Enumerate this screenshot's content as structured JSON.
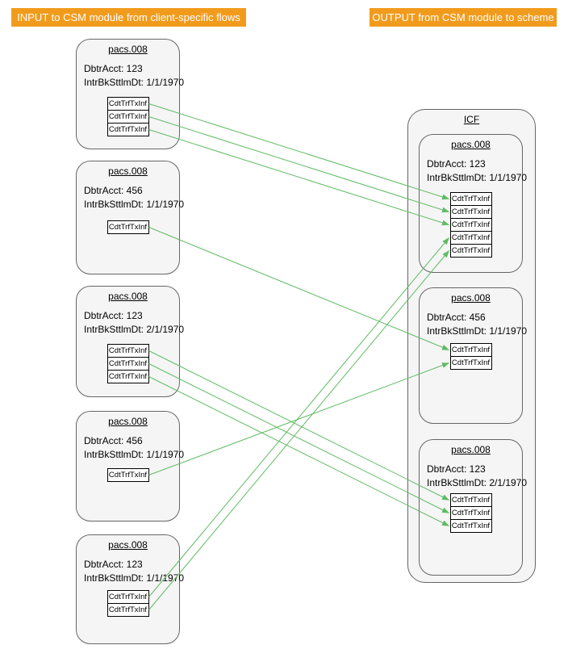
{
  "header": {
    "input_label": "INPUT to CSM module from client-specific flows",
    "output_label": "OUTPUT from CSM module to scheme"
  },
  "icf": {
    "title": "ICF"
  },
  "input_groups": [
    {
      "title": "pacs.008",
      "fields": [
        "DbtrAcct: 123",
        "IntrBkSttlmDt: 1/1/1970"
      ],
      "tx_items": [
        "CdtTrfTxInf",
        "CdtTrfTxInf",
        "CdtTrfTxInf"
      ]
    },
    {
      "title": "pacs.008",
      "fields": [
        "DbtrAcct: 456",
        "IntrBkSttlmDt: 1/1/1970"
      ],
      "tx_items": [
        "CdtTrfTxInf"
      ]
    },
    {
      "title": "pacs.008",
      "fields": [
        "DbtrAcct: 123",
        "IntrBkSttlmDt: 2/1/1970"
      ],
      "tx_items": [
        "CdtTrfTxInf",
        "CdtTrfTxInf",
        "CdtTrfTxInf"
      ]
    },
    {
      "title": "pacs.008",
      "fields": [
        "DbtrAcct: 456",
        "IntrBkSttlmDt: 1/1/1970"
      ],
      "tx_items": [
        "CdtTrfTxInf"
      ]
    },
    {
      "title": "pacs.008",
      "fields": [
        "DbtrAcct: 123",
        "IntrBkSttlmDt: 1/1/1970"
      ],
      "tx_items": [
        "CdtTrfTxInf",
        "CdtTrfTxInf"
      ]
    }
  ],
  "output_groups": [
    {
      "title": "pacs.008",
      "fields": [
        "DbtrAcct: 123",
        "IntrBkSttlmDt: 1/1/1970"
      ],
      "tx_items": [
        "CdtTrfTxInf",
        "CdtTrfTxInf",
        "CdtTrfTxInf",
        "CdtTrfTxInf",
        "CdtTrfTxInf"
      ]
    },
    {
      "title": "pacs.008",
      "fields": [
        "DbtrAcct: 456",
        "IntrBkSttlmDt: 1/1/1970"
      ],
      "tx_items": [
        "CdtTrfTxInf",
        "CdtTrfTxInf"
      ]
    },
    {
      "title": "pacs.008",
      "fields": [
        "DbtrAcct: 123",
        "IntrBkSttlmDt: 2/1/1970"
      ],
      "tx_items": [
        "CdtTrfTxInf",
        "CdtTrfTxInf",
        "CdtTrfTxInf"
      ]
    }
  ],
  "connections": [
    {
      "from": "in0-0",
      "to": "out0-0"
    },
    {
      "from": "in0-1",
      "to": "out0-1"
    },
    {
      "from": "in0-2",
      "to": "out0-2"
    },
    {
      "from": "in1-0",
      "to": "out1-0"
    },
    {
      "from": "in2-0",
      "to": "out2-0"
    },
    {
      "from": "in2-1",
      "to": "out2-1"
    },
    {
      "from": "in2-2",
      "to": "out2-2"
    },
    {
      "from": "in3-0",
      "to": "out1-1"
    },
    {
      "from": "in4-0",
      "to": "out0-3"
    },
    {
      "from": "in4-1",
      "to": "out0-4"
    }
  ],
  "colors": {
    "accent": "#F19B1D",
    "header_text": "#FFFFFF",
    "connector": "#5FBB63",
    "node_fill": "#F5F5F5",
    "node_border": "#666666",
    "tx_fill": "#FFFFFF",
    "tx_border": "#000000",
    "text": "#000000"
  }
}
